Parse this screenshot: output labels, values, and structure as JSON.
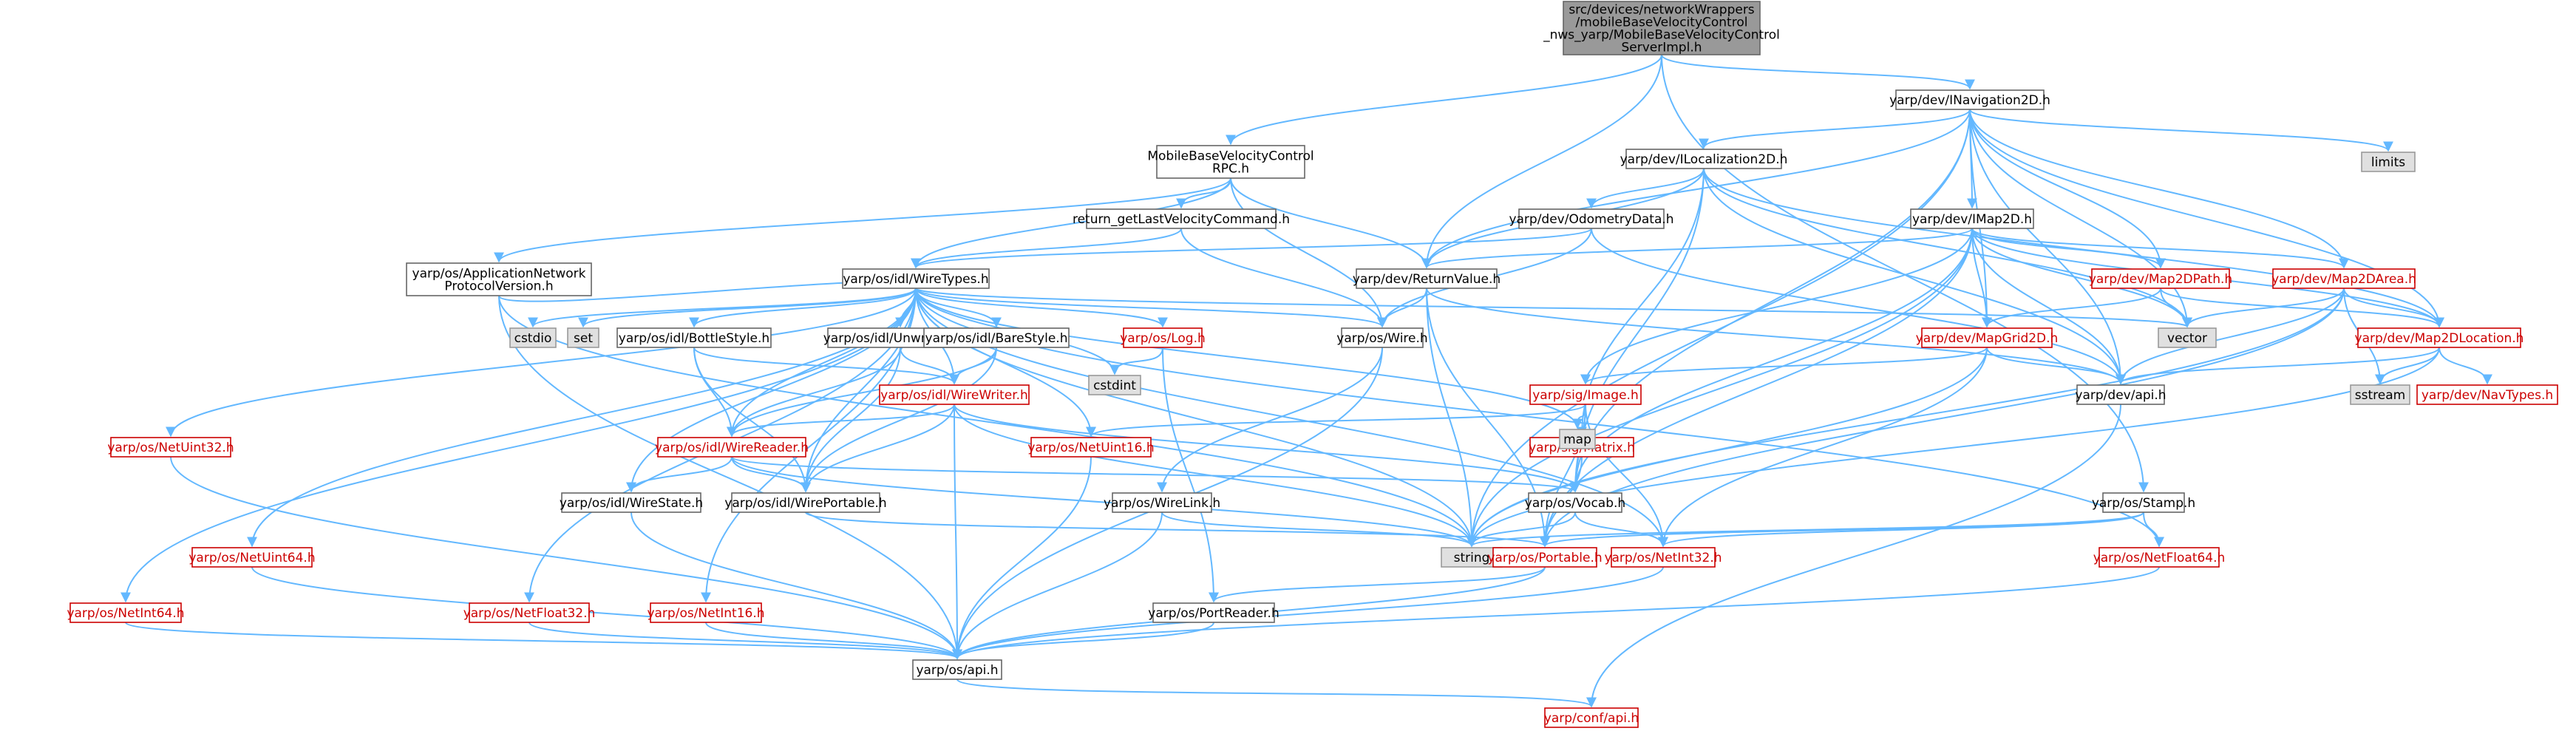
{
  "colors": {
    "root_fill": "#999999",
    "root_stroke": "#666666",
    "node_fill": "#ffffff",
    "node_stroke_black": "#666666",
    "node_stroke_red": "#cc0000",
    "node_text_black": "#000000",
    "node_text_red": "#cc0000",
    "system_fill": "#e0e0e0",
    "system_stroke": "#999999",
    "edge_blue": "#63b8ff",
    "edge_grey": "#6a8ab0"
  },
  "nodes": [
    {
      "id": "root",
      "type": "root",
      "lines": [
        "src/devices/networkWrappers",
        "/mobileBaseVelocityControl",
        "_nws_yarp/MobileBaseVelocityControl",
        "ServerImpl.h"
      ]
    },
    {
      "id": "inav",
      "type": "black",
      "lines": [
        "yarp/dev/INavigation2D.h"
      ]
    },
    {
      "id": "limits",
      "type": "system",
      "lines": [
        "limits"
      ]
    },
    {
      "id": "mbvcrpc",
      "type": "black",
      "lines": [
        "MobileBaseVelocityControl",
        "RPC.h"
      ]
    },
    {
      "id": "iloc",
      "type": "black",
      "lines": [
        "yarp/dev/ILocalization2D.h"
      ]
    },
    {
      "id": "retglv",
      "type": "black",
      "lines": [
        "return_getLastVelocityCommand.h"
      ]
    },
    {
      "id": "odom",
      "type": "black",
      "lines": [
        "yarp/dev/OdometryData.h"
      ]
    },
    {
      "id": "imap",
      "type": "black",
      "lines": [
        "yarp/dev/IMap2D.h"
      ]
    },
    {
      "id": "appnet",
      "type": "black",
      "lines": [
        "yarp/os/ApplicationNetwork",
        "ProtocolVersion.h"
      ]
    },
    {
      "id": "wiretypes",
      "type": "black",
      "lines": [
        "yarp/os/idl/WireTypes.h"
      ]
    },
    {
      "id": "retval",
      "type": "black",
      "lines": [
        "yarp/dev/ReturnValue.h"
      ]
    },
    {
      "id": "map2dpath",
      "type": "red",
      "lines": [
        "yarp/dev/Map2DPath.h"
      ]
    },
    {
      "id": "map2darea",
      "type": "red",
      "lines": [
        "yarp/dev/Map2DArea.h"
      ]
    },
    {
      "id": "cstdio",
      "type": "system",
      "lines": [
        "cstdio"
      ]
    },
    {
      "id": "set",
      "type": "system",
      "lines": [
        "set"
      ]
    },
    {
      "id": "bottlestyle",
      "type": "black",
      "lines": [
        "yarp/os/idl/BottleStyle.h"
      ]
    },
    {
      "id": "unwrapped",
      "type": "black",
      "lines": [
        "yarp/os/idl/Unwrapped.h"
      ]
    },
    {
      "id": "barestyle",
      "type": "black",
      "lines": [
        "yarp/os/idl/BareStyle.h"
      ]
    },
    {
      "id": "log",
      "type": "red",
      "lines": [
        "yarp/os/Log.h"
      ]
    },
    {
      "id": "wire",
      "type": "black",
      "lines": [
        "yarp/os/Wire.h"
      ]
    },
    {
      "id": "vector",
      "type": "system",
      "lines": [
        "vector"
      ]
    },
    {
      "id": "mapgrid",
      "type": "red",
      "lines": [
        "yarp/dev/MapGrid2D.h"
      ]
    },
    {
      "id": "map2dloc",
      "type": "red",
      "lines": [
        "yarp/dev/Map2DLocation.h"
      ]
    },
    {
      "id": "cstdint",
      "type": "system",
      "lines": [
        "cstdint"
      ]
    },
    {
      "id": "wirewriter",
      "type": "red",
      "lines": [
        "yarp/os/idl/WireWriter.h"
      ]
    },
    {
      "id": "devapi",
      "type": "black",
      "lines": [
        "yarp/dev/api.h"
      ]
    },
    {
      "id": "sstream",
      "type": "system",
      "lines": [
        "sstream"
      ]
    },
    {
      "id": "navtypes",
      "type": "red",
      "lines": [
        "yarp/dev/NavTypes.h"
      ]
    },
    {
      "id": "sigimage",
      "type": "red",
      "lines": [
        "yarp/sig/Image.h"
      ]
    },
    {
      "id": "netuint32",
      "type": "red",
      "lines": [
        "yarp/os/NetUint32.h"
      ]
    },
    {
      "id": "wirereader",
      "type": "red",
      "lines": [
        "yarp/os/idl/WireReader.h"
      ]
    },
    {
      "id": "netuint16",
      "type": "red",
      "lines": [
        "yarp/os/NetUint16.h"
      ]
    },
    {
      "id": "sigmatrix",
      "type": "red",
      "lines": [
        "yarp/sig/Matrix.h"
      ]
    },
    {
      "id": "map",
      "type": "system",
      "lines": [
        "map"
      ]
    },
    {
      "id": "wirestate",
      "type": "black",
      "lines": [
        "yarp/os/idl/WireState.h"
      ]
    },
    {
      "id": "wireportable",
      "type": "black",
      "lines": [
        "yarp/os/idl/WirePortable.h"
      ]
    },
    {
      "id": "wirelink",
      "type": "black",
      "lines": [
        "yarp/os/WireLink.h"
      ]
    },
    {
      "id": "vocab",
      "type": "black",
      "lines": [
        "yarp/os/Vocab.h"
      ]
    },
    {
      "id": "stamp",
      "type": "black",
      "lines": [
        "yarp/os/Stamp.h"
      ]
    },
    {
      "id": "netuint64",
      "type": "red",
      "lines": [
        "yarp/os/NetUint64.h"
      ]
    },
    {
      "id": "string",
      "type": "system",
      "lines": [
        "string"
      ]
    },
    {
      "id": "portable",
      "type": "red",
      "lines": [
        "yarp/os/Portable.h"
      ]
    },
    {
      "id": "netint32",
      "type": "red",
      "lines": [
        "yarp/os/NetInt32.h"
      ]
    },
    {
      "id": "netfloat64",
      "type": "red",
      "lines": [
        "yarp/os/NetFloat64.h"
      ]
    },
    {
      "id": "netint64",
      "type": "red",
      "lines": [
        "yarp/os/NetInt64.h"
      ]
    },
    {
      "id": "netfloat32",
      "type": "red",
      "lines": [
        "yarp/os/NetFloat32.h"
      ]
    },
    {
      "id": "netint16",
      "type": "red",
      "lines": [
        "yarp/os/NetInt16.h"
      ]
    },
    {
      "id": "portreader",
      "type": "black",
      "lines": [
        "yarp/os/PortReader.h"
      ]
    },
    {
      "id": "osapi",
      "type": "black",
      "lines": [
        "yarp/os/api.h"
      ]
    },
    {
      "id": "confapi",
      "type": "red",
      "lines": [
        "yarp/conf/api.h"
      ]
    }
  ],
  "edges": [
    [
      "root",
      "inav",
      "blue"
    ],
    [
      "root",
      "mbvcrpc",
      "blue"
    ],
    [
      "root",
      "retval",
      "blue"
    ],
    [
      "root",
      "stamp",
      "blue"
    ],
    [
      "inav",
      "limits",
      "blue"
    ],
    [
      "inav",
      "iloc",
      "blue"
    ],
    [
      "inav",
      "imap",
      "blue"
    ],
    [
      "inav",
      "retval",
      "blue"
    ],
    [
      "inav",
      "map2dpath",
      "blue"
    ],
    [
      "inav",
      "map2darea",
      "blue"
    ],
    [
      "inav",
      "map2dloc",
      "blue"
    ],
    [
      "inav",
      "vector",
      "blue"
    ],
    [
      "inav",
      "devapi",
      "blue"
    ],
    [
      "inav",
      "mapgrid",
      "blue"
    ],
    [
      "inav",
      "vocab",
      "blue"
    ],
    [
      "inav",
      "string",
      "blue"
    ],
    [
      "mbvcrpc",
      "appnet",
      "blue"
    ],
    [
      "mbvcrpc",
      "retglv",
      "blue"
    ],
    [
      "mbvcrpc",
      "wiretypes",
      "blue"
    ],
    [
      "mbvcrpc",
      "retval",
      "blue"
    ],
    [
      "mbvcrpc",
      "wire",
      "blue"
    ],
    [
      "iloc",
      "odom",
      "blue"
    ],
    [
      "iloc",
      "retval",
      "blue"
    ],
    [
      "iloc",
      "map2dloc",
      "blue"
    ],
    [
      "iloc",
      "vector",
      "blue"
    ],
    [
      "iloc",
      "sigmatrix",
      "blue"
    ],
    [
      "iloc",
      "vocab",
      "blue"
    ],
    [
      "iloc",
      "devapi",
      "blue"
    ],
    [
      "retglv",
      "wiretypes",
      "blue"
    ],
    [
      "retglv",
      "wire",
      "blue"
    ],
    [
      "odom",
      "wiretypes",
      "blue"
    ],
    [
      "odom",
      "wire",
      "blue"
    ],
    [
      "odom",
      "devapi",
      "blue"
    ],
    [
      "imap",
      "retval",
      "blue"
    ],
    [
      "imap",
      "map2dpath",
      "blue"
    ],
    [
      "imap",
      "map2darea",
      "blue"
    ],
    [
      "imap",
      "mapgrid",
      "blue"
    ],
    [
      "imap",
      "map2dloc",
      "blue"
    ],
    [
      "imap",
      "devapi",
      "blue"
    ],
    [
      "imap",
      "vector",
      "blue"
    ],
    [
      "imap",
      "sigimage",
      "blue"
    ],
    [
      "imap",
      "vocab",
      "blue"
    ],
    [
      "imap",
      "string",
      "blue"
    ],
    [
      "imap",
      "portable",
      "blue"
    ],
    [
      "appnet",
      "wiretypes",
      "blue"
    ],
    [
      "appnet",
      "osapi",
      "blue"
    ],
    [
      "appnet",
      "string",
      "blue"
    ],
    [
      "wiretypes",
      "cstdio",
      "blue"
    ],
    [
      "wiretypes",
      "set",
      "blue"
    ],
    [
      "wiretypes",
      "bottlestyle",
      "blue"
    ],
    [
      "wiretypes",
      "unwrapped",
      "blue"
    ],
    [
      "wiretypes",
      "barestyle",
      "blue"
    ],
    [
      "wiretypes",
      "log",
      "blue"
    ],
    [
      "wiretypes",
      "wire",
      "blue"
    ],
    [
      "wiretypes",
      "vector",
      "blue"
    ],
    [
      "wiretypes",
      "wirewriter",
      "blue"
    ],
    [
      "wiretypes",
      "wirereader",
      "blue"
    ],
    [
      "wiretypes",
      "netuint32",
      "blue"
    ],
    [
      "wiretypes",
      "netuint16",
      "blue"
    ],
    [
      "wiretypes",
      "wirestate",
      "blue"
    ],
    [
      "wiretypes",
      "wireportable",
      "blue"
    ],
    [
      "wiretypes",
      "netuint64",
      "blue"
    ],
    [
      "wiretypes",
      "netint64",
      "blue"
    ],
    [
      "wiretypes",
      "netfloat32",
      "blue"
    ],
    [
      "wiretypes",
      "netint16",
      "blue"
    ],
    [
      "wiretypes",
      "netint32",
      "blue"
    ],
    [
      "wiretypes",
      "netfloat64",
      "blue"
    ],
    [
      "wiretypes",
      "string",
      "blue"
    ],
    [
      "wiretypes",
      "map",
      "blue"
    ],
    [
      "wiretypes",
      "cstdint",
      "blue"
    ],
    [
      "retval",
      "wire",
      "blue"
    ],
    [
      "retval",
      "devapi",
      "blue"
    ],
    [
      "retval",
      "portable",
      "blue"
    ],
    [
      "retval",
      "string",
      "blue"
    ],
    [
      "map2dpath",
      "map2dloc",
      "blue"
    ],
    [
      "map2dpath",
      "vector",
      "blue"
    ],
    [
      "map2dpath",
      "mapgrid",
      "blue"
    ],
    [
      "map2darea",
      "map2dloc",
      "blue"
    ],
    [
      "map2darea",
      "vector",
      "blue"
    ],
    [
      "map2darea",
      "devapi",
      "blue"
    ],
    [
      "map2darea",
      "sstream",
      "blue"
    ],
    [
      "map2darea",
      "string",
      "blue"
    ],
    [
      "map2darea",
      "portable",
      "blue"
    ],
    [
      "map2dloc",
      "devapi",
      "blue"
    ],
    [
      "map2dloc",
      "sstream",
      "blue"
    ],
    [
      "map2dloc",
      "navtypes",
      "blue"
    ],
    [
      "map2dloc",
      "string",
      "blue"
    ],
    [
      "mapgrid",
      "devapi",
      "blue"
    ],
    [
      "mapgrid",
      "sigimage",
      "blue"
    ],
    [
      "mapgrid",
      "string",
      "blue"
    ],
    [
      "mapgrid",
      "netint32",
      "blue"
    ],
    [
      "bottlestyle",
      "wirewriter",
      "blue"
    ],
    [
      "bottlestyle",
      "wirereader",
      "blue"
    ],
    [
      "bottlestyle",
      "wireportable",
      "blue"
    ],
    [
      "unwrapped",
      "wirewriter",
      "blue"
    ],
    [
      "unwrapped",
      "wirereader",
      "blue"
    ],
    [
      "unwrapped",
      "wireportable",
      "blue"
    ],
    [
      "barestyle",
      "wirewriter",
      "blue"
    ],
    [
      "barestyle",
      "wirereader",
      "blue"
    ],
    [
      "barestyle",
      "wireportable",
      "blue"
    ],
    [
      "log",
      "cstdint",
      "blue"
    ],
    [
      "log",
      "portreader",
      "blue"
    ],
    [
      "wire",
      "wirelink",
      "blue"
    ],
    [
      "wire",
      "osapi",
      "blue"
    ],
    [
      "wirewriter",
      "wirereader",
      "blue"
    ],
    [
      "wirewriter",
      "wireportable",
      "blue"
    ],
    [
      "wirewriter",
      "vocab",
      "blue"
    ],
    [
      "wirewriter",
      "osapi",
      "blue"
    ],
    [
      "wirewriter",
      "string",
      "blue"
    ],
    [
      "wirereader",
      "wirestate",
      "blue"
    ],
    [
      "wirereader",
      "wireportable",
      "blue"
    ],
    [
      "wirereader",
      "vocab",
      "blue"
    ],
    [
      "wirereader",
      "string",
      "blue"
    ],
    [
      "sigimage",
      "netuint16",
      "blue"
    ],
    [
      "sigimage",
      "map",
      "blue"
    ],
    [
      "sigimage",
      "vocab",
      "blue"
    ],
    [
      "sigimage",
      "portable",
      "blue"
    ],
    [
      "sigimage",
      "netint32",
      "blue"
    ],
    [
      "sigmatrix",
      "portable",
      "blue"
    ],
    [
      "netuint32",
      "osapi",
      "blue"
    ],
    [
      "netuint16",
      "osapi",
      "blue"
    ],
    [
      "netuint64",
      "osapi",
      "blue"
    ],
    [
      "netint64",
      "osapi",
      "blue"
    ],
    [
      "netfloat32",
      "osapi",
      "blue"
    ],
    [
      "netint16",
      "osapi",
      "blue"
    ],
    [
      "wirestate",
      "osapi",
      "blue"
    ],
    [
      "wireportable",
      "portable",
      "blue"
    ],
    [
      "wirelink",
      "string",
      "blue"
    ],
    [
      "wirelink",
      "osapi",
      "blue"
    ],
    [
      "vocab",
      "string",
      "blue"
    ],
    [
      "vocab",
      "netint32",
      "blue"
    ],
    [
      "stamp",
      "portable",
      "blue"
    ],
    [
      "stamp",
      "netint32",
      "blue"
    ],
    [
      "stamp",
      "netfloat64",
      "blue"
    ],
    [
      "stamp",
      "string",
      "blue"
    ],
    [
      "portable",
      "portreader",
      "blue"
    ],
    [
      "portable",
      "osapi",
      "blue"
    ],
    [
      "netint32",
      "osapi",
      "blue"
    ],
    [
      "netfloat64",
      "osapi",
      "blue"
    ],
    [
      "portreader",
      "osapi",
      "blue"
    ],
    [
      "osapi",
      "confapi",
      "blue"
    ],
    [
      "devapi",
      "confapi",
      "blue"
    ]
  ]
}
